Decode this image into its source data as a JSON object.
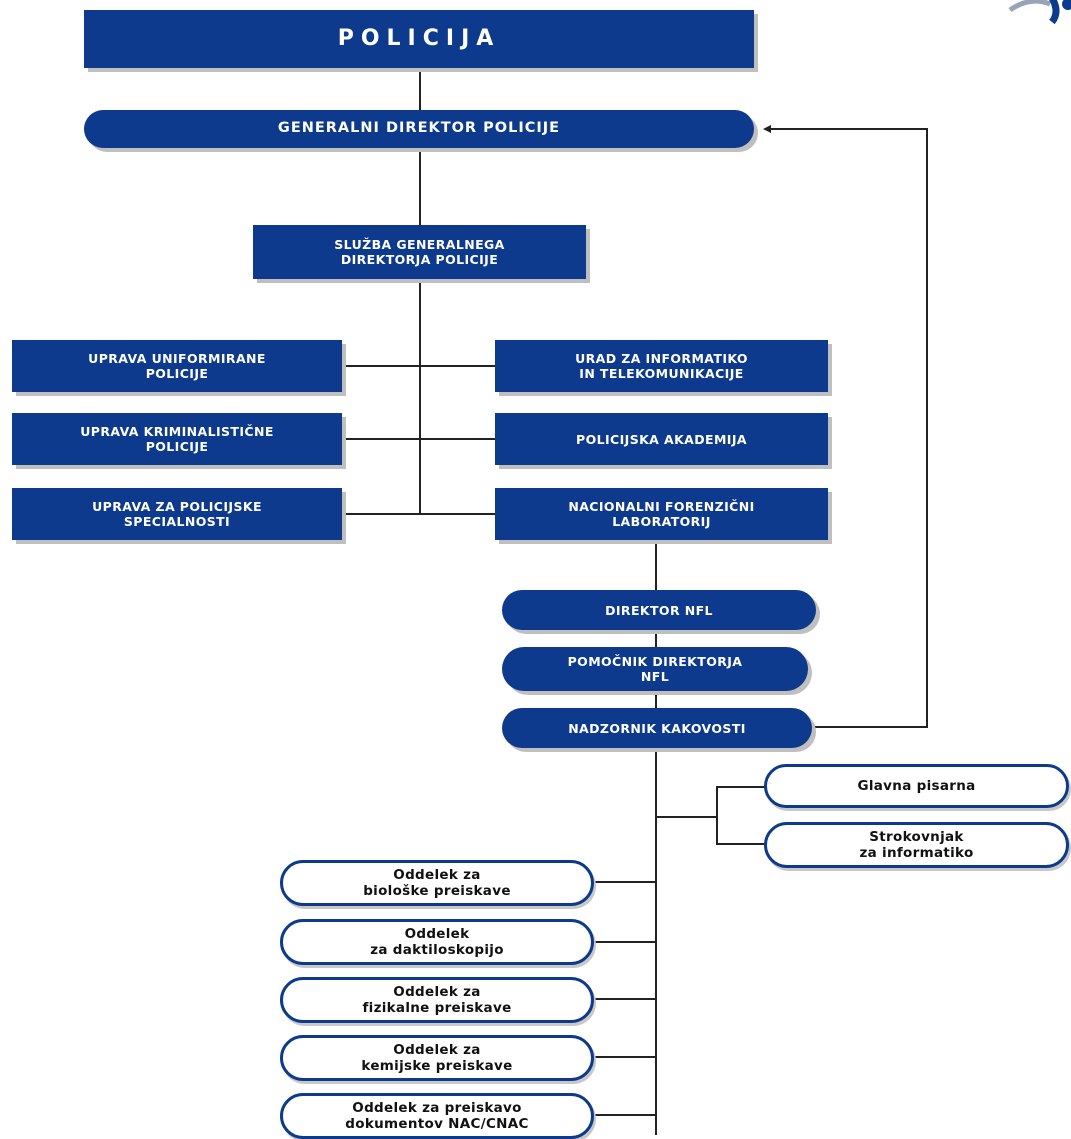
{
  "nodes": {
    "policija": "POLICIJA",
    "gen_dir": "GENERALNI DIREKTOR POLICIJE",
    "sluzba": [
      "SLUŽBA GENERALNEGA",
      "DIREKTORJA POLICIJE"
    ],
    "uprava_uniformirane": [
      "UPRAVA UNIFORMIRANE",
      "POLICIJE"
    ],
    "urad_informatiko": [
      "URAD ZA INFORMATIKO",
      "IN TELEKOMUNIKACIJE"
    ],
    "uprava_kriminalisticne": [
      "UPRAVA KRIMINALISTIČNE",
      "POLICIJE"
    ],
    "akademija": "POLICIJSKA AKADEMIJA",
    "uprava_specialnosti": [
      "UPRAVA ZA POLICIJSKE",
      "SPECIALNOSTI"
    ],
    "nfl": [
      "NACIONALNI FORENZIČNI",
      "LABORATORIJ"
    ],
    "direktor_nfl": "DIREKTOR NFL",
    "pomocnik": [
      "POMOČNIK DIREKTORJA",
      "NFL"
    ],
    "nadzornik": "NADZORNIK KAKOVOSTI",
    "glavna_pisarna": "Glavna pisarna",
    "strokovnjak": [
      "Strokovnjak",
      "za informatiko"
    ],
    "oddelek_bioloske": [
      "Oddelek za",
      "biološke preiskave"
    ],
    "oddelek_daktiloskopija": [
      "Oddelek",
      "za daktiloskopijo"
    ],
    "oddelek_fizikalne": [
      "Oddelek za",
      "fizikalne preiskave"
    ],
    "oddelek_kemijske": [
      "Oddelek za",
      "kemijske preiskave"
    ],
    "oddelek_dokumentov": [
      "Oddelek za preiskavo",
      "dokumentov NAC/CNAC"
    ]
  },
  "colors": {
    "box_fill": "#0d3a8c",
    "box_text": "#ffffff",
    "outline": "#0d3a8c",
    "connector": "#222222"
  }
}
